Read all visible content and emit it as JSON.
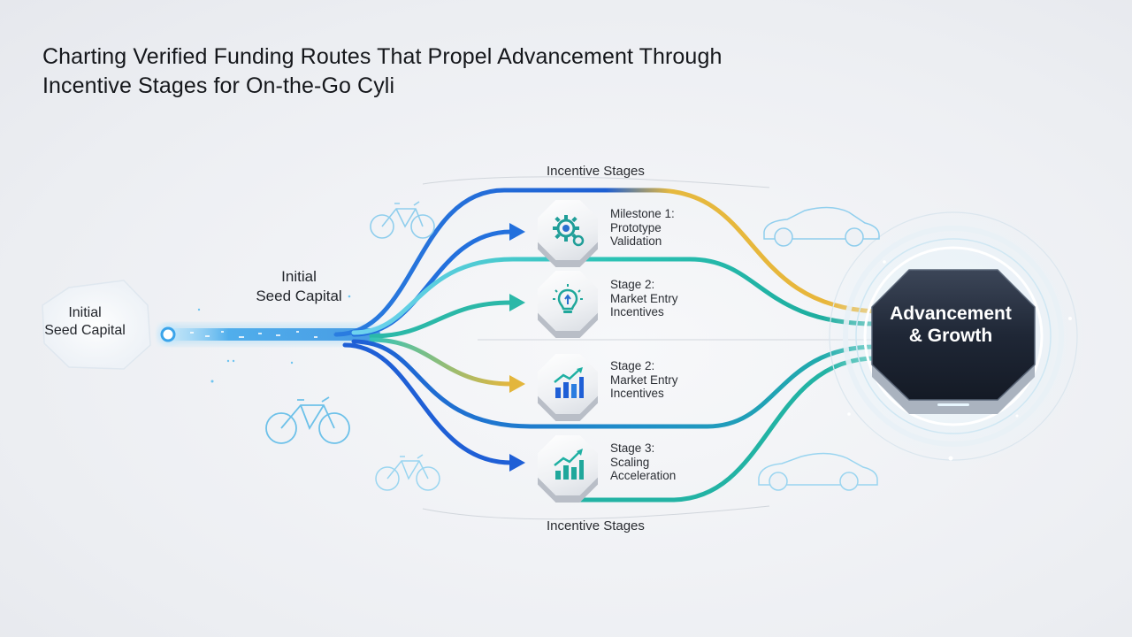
{
  "title": {
    "line1": "Charting Verified Funding Routes That Propel Advancement Through",
    "line2": "Incentive Stages for On-the-Go Cyli"
  },
  "labels": {
    "stages_top": "Incentive Stages",
    "stages_bottom": "Incentive Stages",
    "mid_seed_line1": "Initial",
    "mid_seed_line2": "Seed Capital",
    "source_line1": "Initial",
    "source_line2": "Seed Capital"
  },
  "stages": [
    {
      "icon": "gear-icon",
      "lines": [
        "Milestone 1:",
        "Prototype",
        "Validation"
      ]
    },
    {
      "icon": "lightbulb-icon",
      "lines": [
        "Stage 2:",
        "Market Entry",
        "Incentives"
      ]
    },
    {
      "icon": "bar-chart-icon",
      "lines": [
        "Stage 2:",
        "Market Entry",
        "Incentives"
      ]
    },
    {
      "icon": "growth-chart-icon",
      "lines": [
        "Stage 3:",
        "Scaling",
        "Acceleration"
      ]
    }
  ],
  "hub": {
    "line1": "Advancement",
    "line2": "& Growth"
  },
  "decor_icons": [
    "bicycle-icon",
    "car-icon"
  ],
  "colors": {
    "blue": "#1f5fd6",
    "teal": "#1fb8a6",
    "gold": "#e3b63c",
    "hub_dark": "#1e2633",
    "glow": "#5fc7f0"
  }
}
